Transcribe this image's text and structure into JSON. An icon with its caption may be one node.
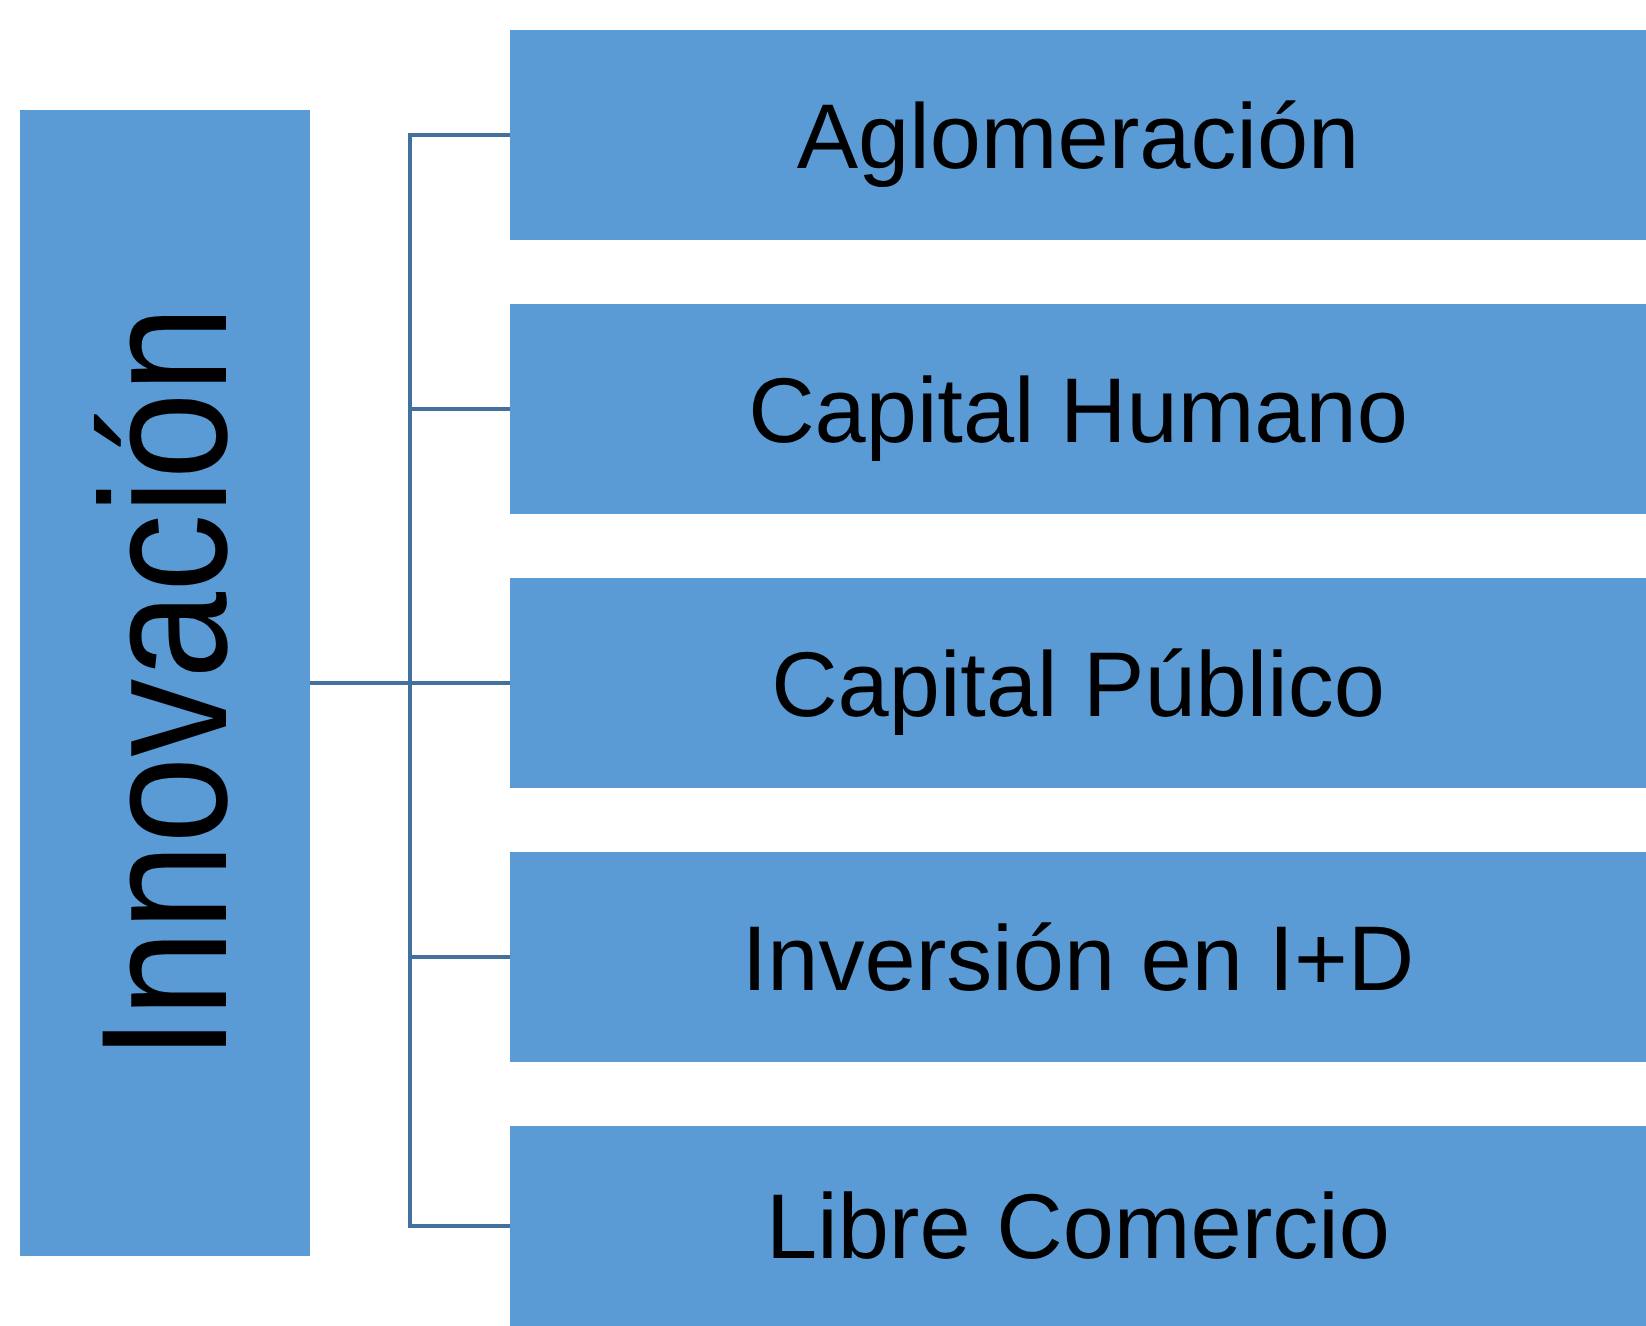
{
  "diagram": {
    "nodes": [
      {
        "text": [
          "Innovación"
        ]
      },
      {
        "text": [
          "Aglomeración"
        ]
      },
      {
        "text": [
          "Capital Humano"
        ]
      },
      {
        "text": [
          "Capital Público"
        ]
      },
      {
        "text": [
          "Inversión en I+D"
        ]
      },
      {
        "text": [
          "Libre Comercio"
        ]
      }
    ],
    "edges": [
      {
        "from": 0,
        "to": 1,
        "arrow": "none"
      },
      {
        "from": 0,
        "to": 2,
        "arrow": "none"
      },
      {
        "from": 0,
        "to": 3,
        "arrow": "none"
      },
      {
        "from": 0,
        "to": 4,
        "arrow": "none"
      },
      {
        "from": 0,
        "to": 5,
        "arrow": "none"
      }
    ]
  }
}
